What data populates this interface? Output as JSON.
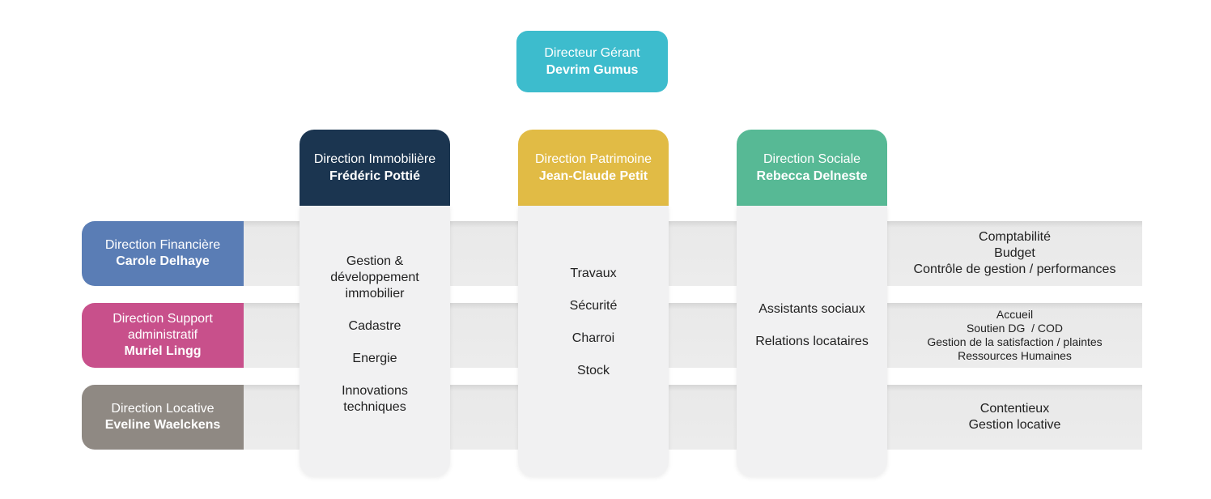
{
  "colors": {
    "top": "#3dbccd",
    "immobiliere": "#1b3550",
    "patrimoine": "#e1bb45",
    "sociale": "#57b995",
    "financiere": "#5a7db5",
    "support": "#c8508b",
    "locative": "#8f8983"
  },
  "top": {
    "title": "Directeur Gérant",
    "name": "Devrim Gumus"
  },
  "columns": [
    {
      "title": "Direction Immobilière",
      "name": "Frédéric Pottié",
      "items": [
        "Gestion & développement immobilier",
        "Cadastre",
        "Energie",
        "Innovations techniques"
      ]
    },
    {
      "title": "Direction Patrimoine",
      "name": "Jean-Claude Petit",
      "items": [
        "Travaux",
        "Sécurité",
        "Charroi",
        "Stock"
      ]
    },
    {
      "title": "Direction Sociale",
      "name": "Rebecca Delneste",
      "items": [
        "Assistants sociaux",
        "Relations locataires"
      ]
    }
  ],
  "rows": [
    {
      "title": "Direction Financière",
      "name": "Carole Delhaye",
      "items": [
        "Comptabilité",
        "Budget",
        "Contrôle de gestion / performances"
      ]
    },
    {
      "title": "Direction Support administratif",
      "title_line1": "Direction Support",
      "title_line2": "administratif",
      "name": "Muriel Lingg",
      "items": [
        "Accueil",
        "Soutien DG  / COD",
        "Gestion de la satisfaction / plaintes",
        "Ressources Humaines"
      ]
    },
    {
      "title": "Direction Locative",
      "name": "Eveline Waelckens",
      "items": [
        "Contentieux",
        "Gestion locative"
      ]
    }
  ]
}
